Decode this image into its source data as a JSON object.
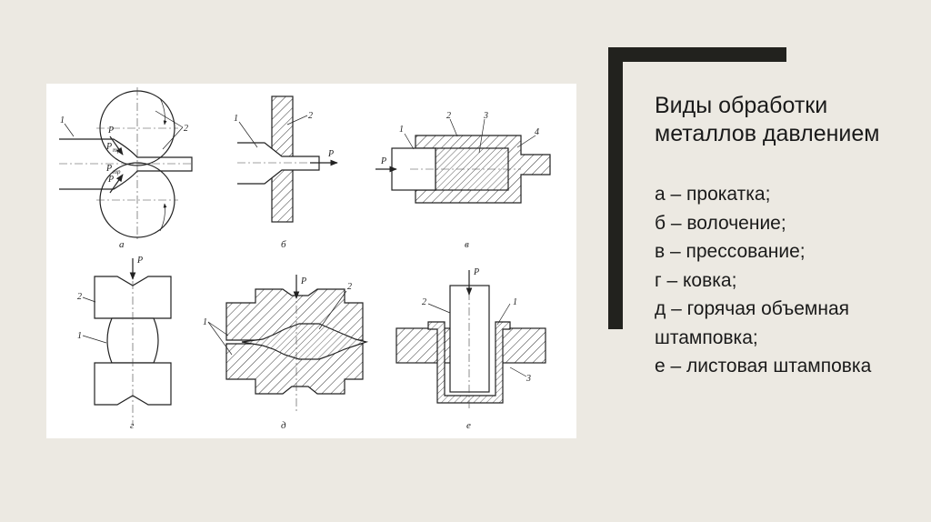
{
  "slide": {
    "title_line1": "Виды обработки",
    "title_line2": "металлов давлением",
    "legend": [
      "а – прокатка;",
      "б – волочение;",
      "в – прессование;",
      "г – ковка;",
      "д – горячая объемная штамповка;",
      "е – листовая штамповка"
    ],
    "colors": {
      "background": "#ece9e2",
      "frame": "#22221e",
      "text": "#1a1a1a"
    }
  },
  "figure": {
    "captions": [
      "а",
      "б",
      "в",
      "г",
      "д",
      "е"
    ],
    "a": {
      "num1": "1",
      "num2": "2",
      "p": "P",
      "ptr": "P",
      "tr": "тр"
    },
    "b": {
      "num1": "1",
      "num2": "2",
      "p": "P"
    },
    "v": {
      "num1": "1",
      "num2": "2",
      "num3": "3",
      "num4": "4",
      "p": "P"
    },
    "g": {
      "num1": "1",
      "num2": "2",
      "p": "P"
    },
    "d": {
      "num1": "1",
      "num2": "2",
      "p": "P"
    },
    "e": {
      "num1": "1",
      "num2": "2",
      "num3": "3",
      "p": "P"
    }
  }
}
